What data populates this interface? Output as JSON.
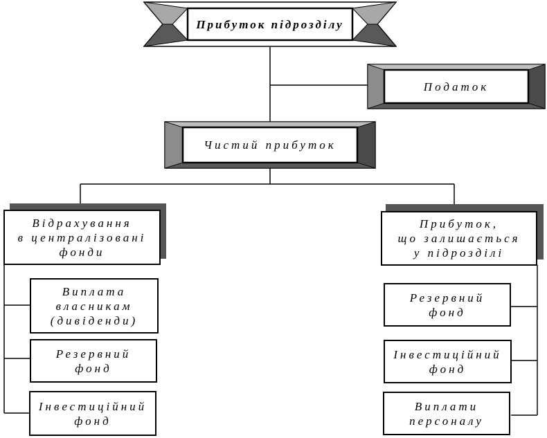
{
  "root": {
    "label": "Прибуток підрозділу"
  },
  "tax": {
    "label": "Податок"
  },
  "net_profit": {
    "label": "Чистий прибуток"
  },
  "left_branch": {
    "label": "Відрахування\nв централізовані\nфонди",
    "items": [
      {
        "label": "Виплата\nвласникам\n(дивіденди)"
      },
      {
        "label": "Резервний\nфонд"
      },
      {
        "label": "Інвестиційний\nфонд"
      }
    ]
  },
  "right_branch": {
    "label": "Прибуток,\nщо залишається\nу підрозділі",
    "items": [
      {
        "label": "Резервний\nфонд"
      },
      {
        "label": "Інвестиційний\nфонд"
      },
      {
        "label": "Виплати\nперсоналу"
      }
    ]
  }
}
